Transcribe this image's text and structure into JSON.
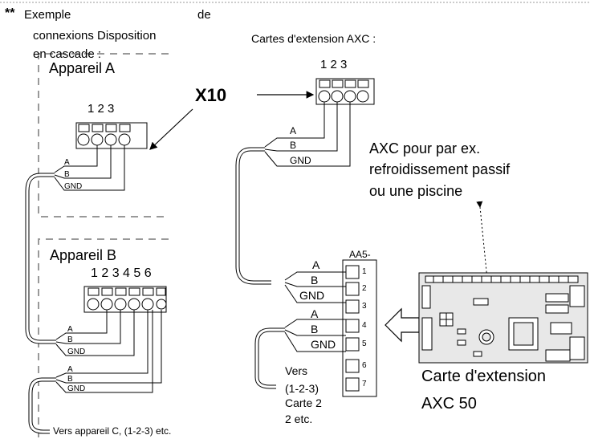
{
  "intro": {
    "marker": "**",
    "line1_a": "Exemple",
    "line1_b": "de",
    "line2": "connexions  Disposition",
    "line3": "en cascade :"
  },
  "device_a": {
    "title": "Appareil A",
    "pins": "1 2 3",
    "wires": [
      "A",
      "B",
      "GND"
    ]
  },
  "device_b": {
    "title": "Appareil B",
    "pins": "1 2 3 4 5 6",
    "wires_1": [
      "A",
      "B",
      "GND"
    ],
    "wires_2": [
      "A",
      "B",
      "GND"
    ]
  },
  "connector_label": "X10",
  "axc_cards_title": "Cartes d'extension AXC :",
  "axc_top": {
    "pins": "1 2 3",
    "wires": [
      "A",
      "B",
      "GND"
    ]
  },
  "axc_note": [
    "AXC pour par ex.",
    "refroidissement passif",
    "ou une piscine"
  ],
  "aa5": {
    "title": "AA5-",
    "terminals": [
      "1",
      "2",
      "3",
      "4",
      "5",
      "6",
      "7"
    ],
    "wires_in": [
      "A",
      "B",
      "GND"
    ],
    "wires_out": [
      "A",
      "B",
      "GND"
    ]
  },
  "vers_card": [
    "Vers",
    "(1-2-3)",
    "Carte 2",
    "2 etc."
  ],
  "vers_device": "Vers appareil C, (1-2-3) etc.",
  "card_caption": [
    "Carte d'extension",
    "AXC 50"
  ],
  "colors": {
    "line": "#000000",
    "pcb": "#e8e8e8",
    "dash": "#999999"
  },
  "icons": [
    "pcb-board-image",
    "arrow-left-icon",
    "x10-pointer-arrow"
  ]
}
